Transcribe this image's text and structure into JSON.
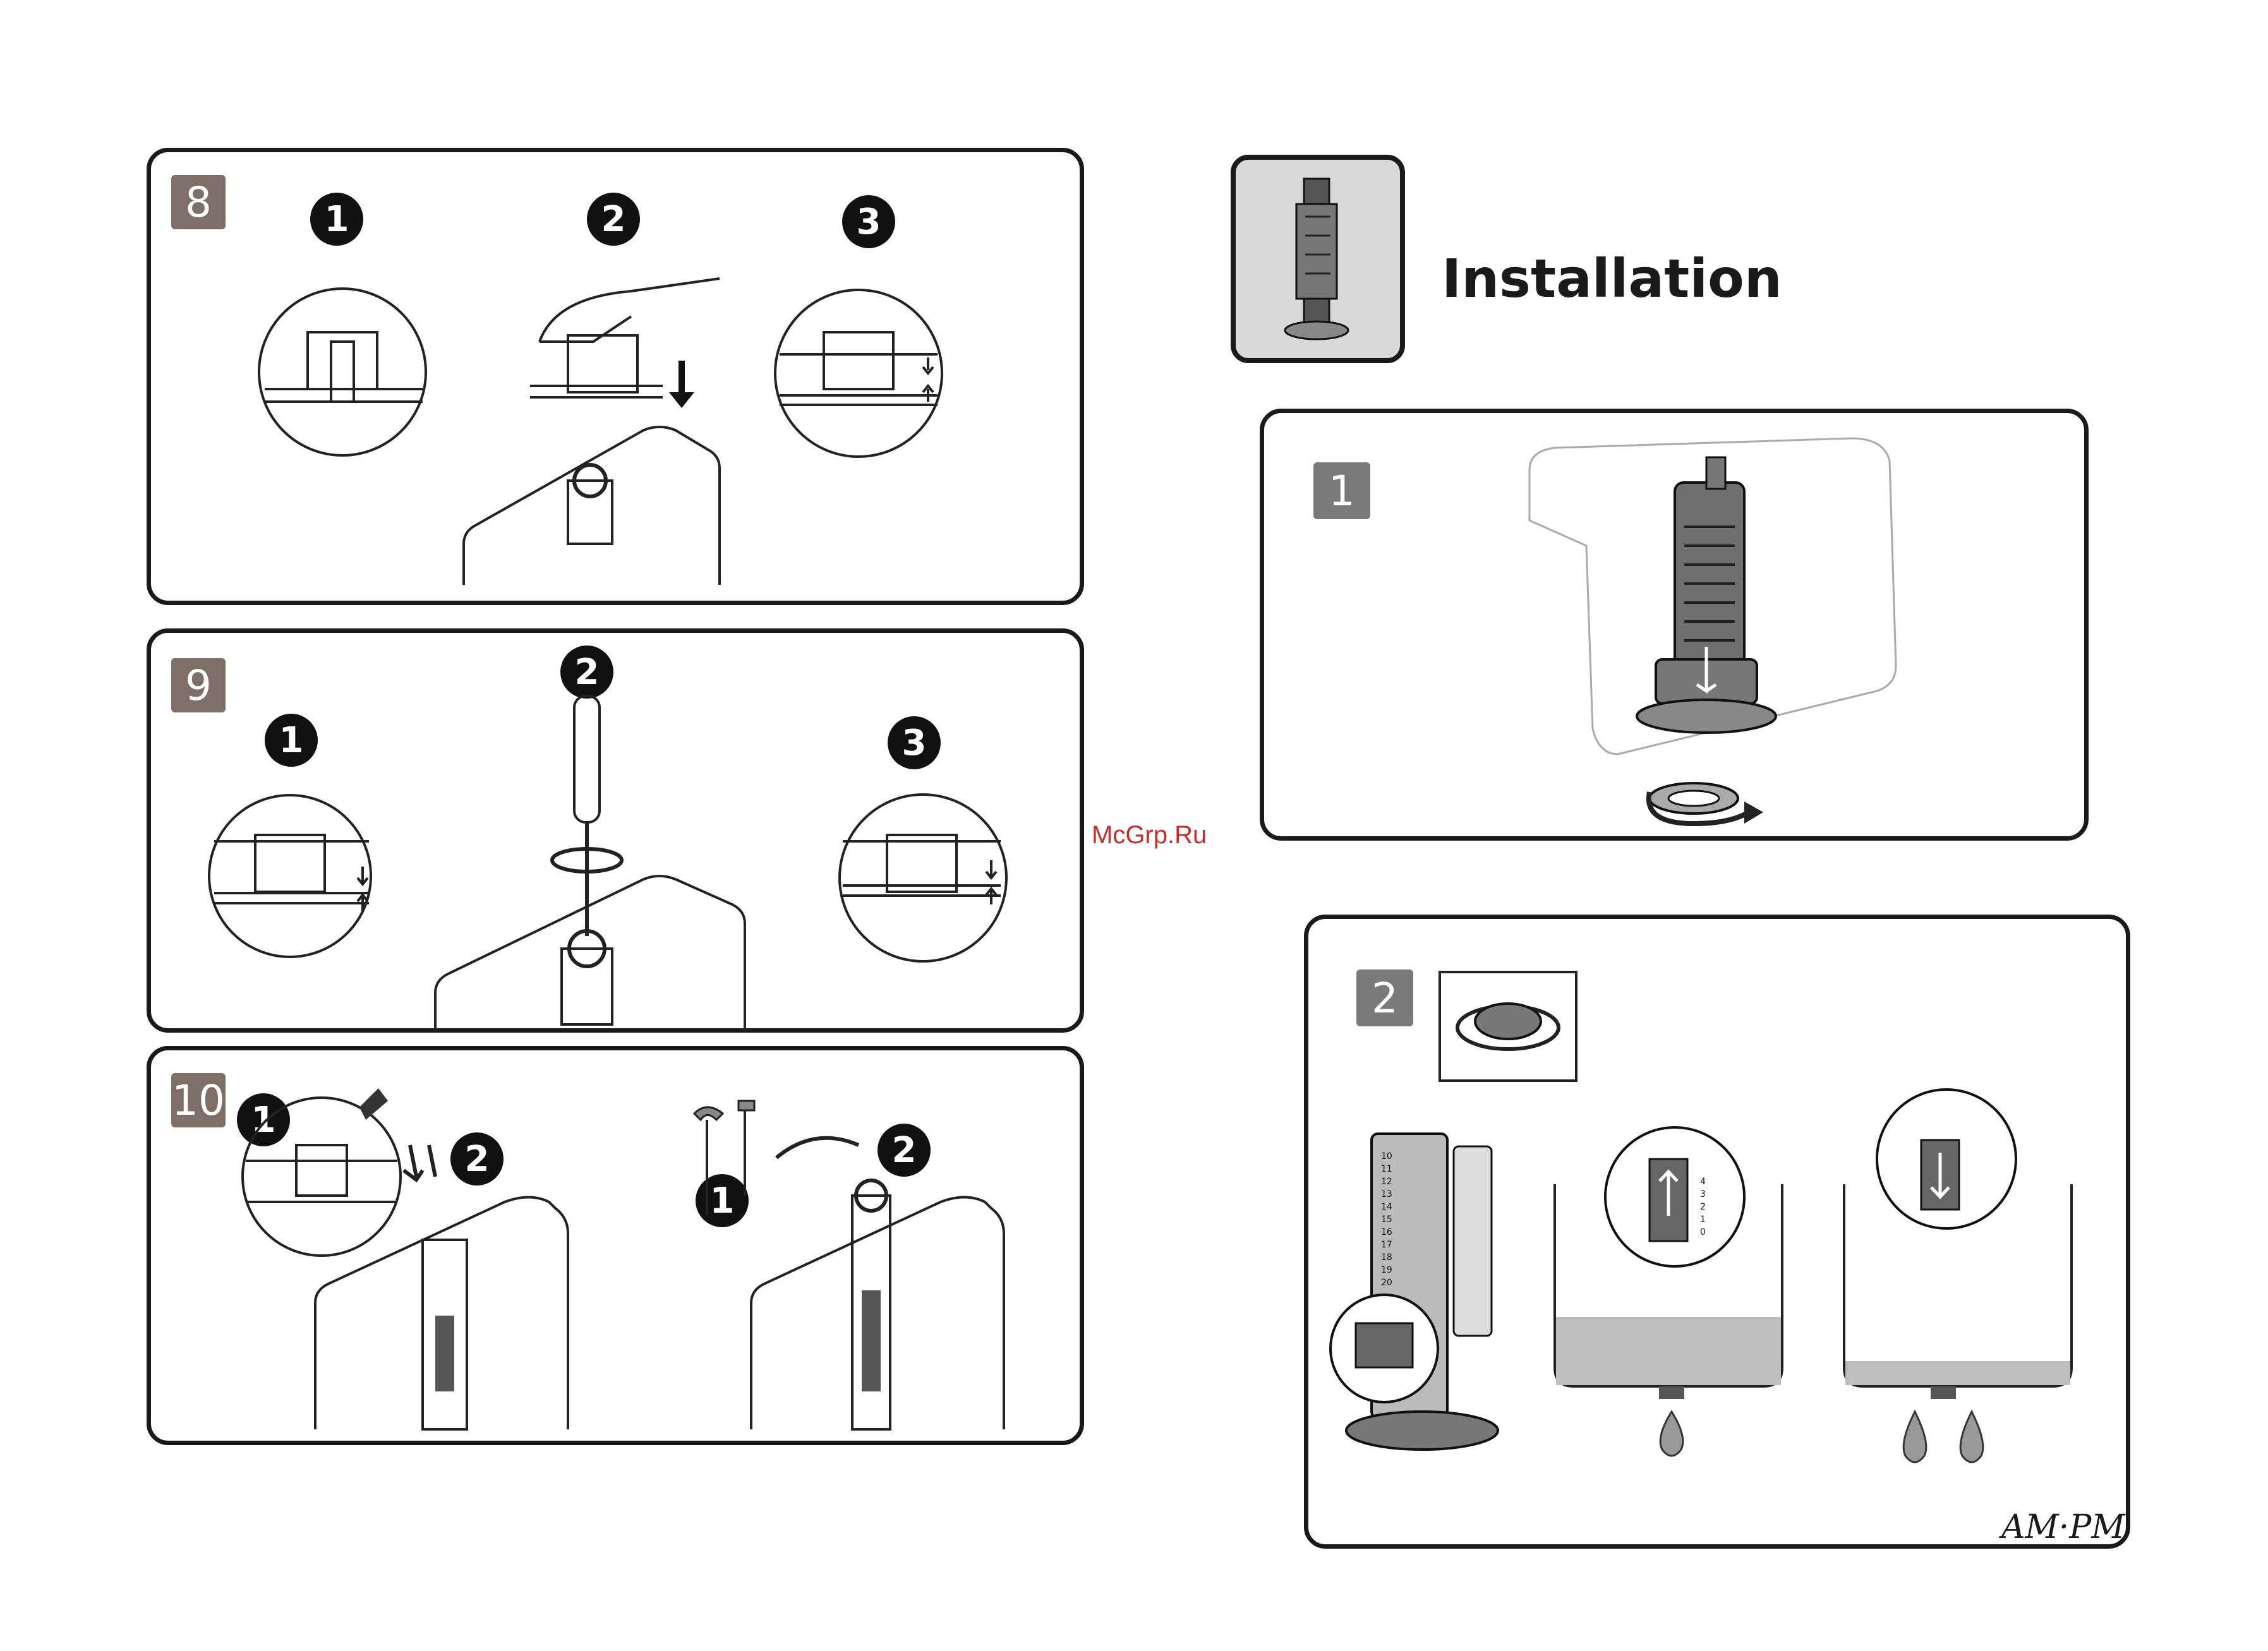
{
  "header": {
    "title": "Installation"
  },
  "watermark": "McGrp.Ru",
  "brand": "AM·PM",
  "panels": {
    "p8": {
      "step": "8",
      "markers": [
        "1",
        "2",
        "3"
      ]
    },
    "p9": {
      "step": "9",
      "markers": [
        "1",
        "2",
        "3"
      ]
    },
    "p10": {
      "step": "10",
      "markers": [
        "1",
        "2",
        "1",
        "2"
      ]
    },
    "p1": {
      "step": "1"
    },
    "p2": {
      "step": "2",
      "scale_labels": [
        "4",
        "3",
        "2",
        "1",
        "0"
      ],
      "tall_scale": [
        "10",
        "11",
        "12",
        "13",
        "14",
        "15",
        "16",
        "17",
        "18",
        "19",
        "20"
      ]
    }
  },
  "colors": {
    "badge": "#7a7a7a",
    "badge_brown": "#7d6e66",
    "outline": "#1a1a1a",
    "watermark": "#c0302a"
  }
}
